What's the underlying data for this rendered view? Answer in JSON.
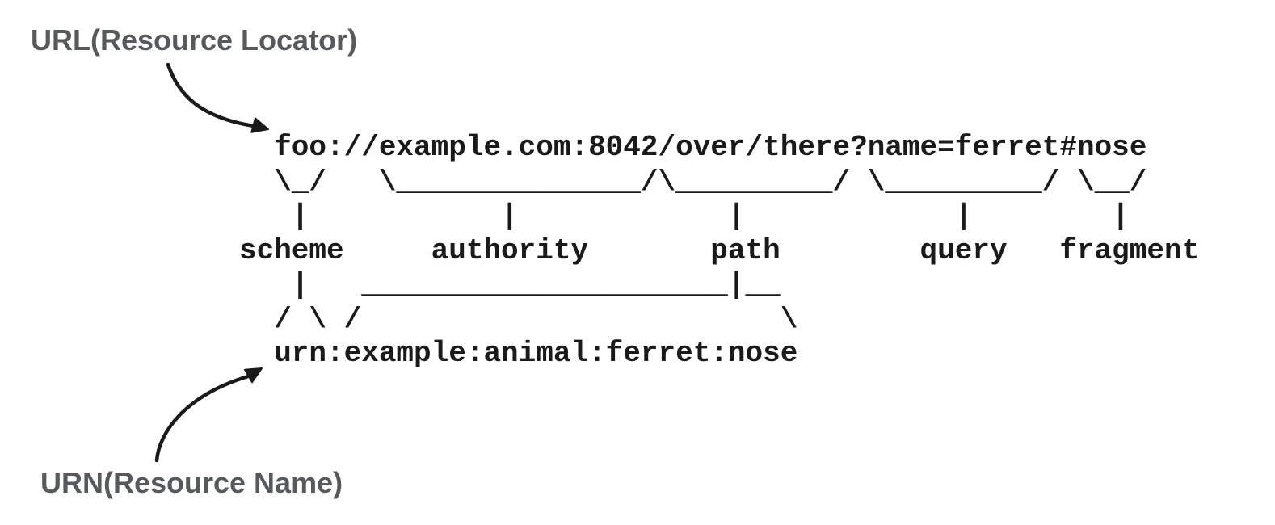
{
  "annotations": {
    "url_label": "URL(Resource Locator)",
    "urn_label": "URN(Resource Name)"
  },
  "diagram": {
    "ascii_lines": [
      "  foo://example.com:8042/over/there?name=ferret#nose",
      "  \\_/   \\______________/\\_________/ \\_________/ \\__/",
      "   |           |            |            |        |",
      "scheme     authority       path        query   fragment",
      "   |   _____________________|__",
      "  / \\ /                        \\",
      "  urn:example:animal:ferret:nose"
    ],
    "uri_example": "foo://example.com:8042/over/there?name=ferret#nose",
    "urn_example": "urn:example:animal:ferret:nose",
    "part_labels": [
      "scheme",
      "authority",
      "path",
      "query",
      "fragment"
    ],
    "mapping": {
      "scheme": "foo",
      "authority": "example.com:8042",
      "path": "/over/there",
      "query": "name=ferret",
      "fragment": "nose"
    }
  },
  "colors": {
    "background": "#ffffff",
    "annotation_text": "#58595b",
    "diagram_text": "#1a1a1a",
    "arrow": "#1a1a1a"
  }
}
